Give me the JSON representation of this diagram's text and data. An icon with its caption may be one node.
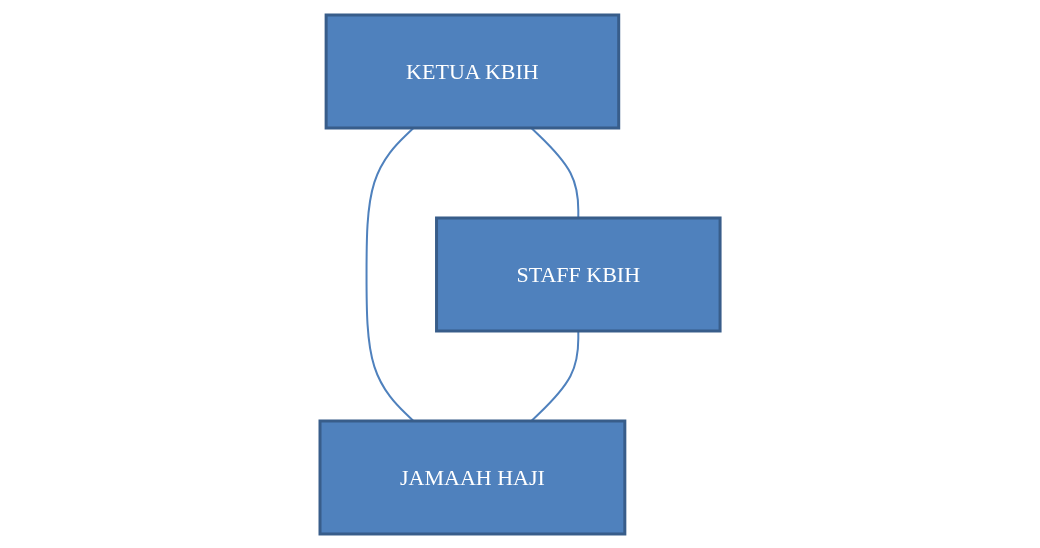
{
  "diagram": {
    "nodes": [
      {
        "text": [
          "KETUA KBIH"
        ]
      },
      {
        "text": [
          "STAFF KBIH"
        ]
      },
      {
        "text": [
          "JAMAAH HAJI"
        ]
      }
    ],
    "edges": [
      {
        "from": 0,
        "to": 1,
        "arrow": "none"
      },
      {
        "from": 0,
        "to": 2,
        "arrow": "none"
      },
      {
        "from": 1,
        "to": 2,
        "arrow": "none"
      }
    ]
  }
}
